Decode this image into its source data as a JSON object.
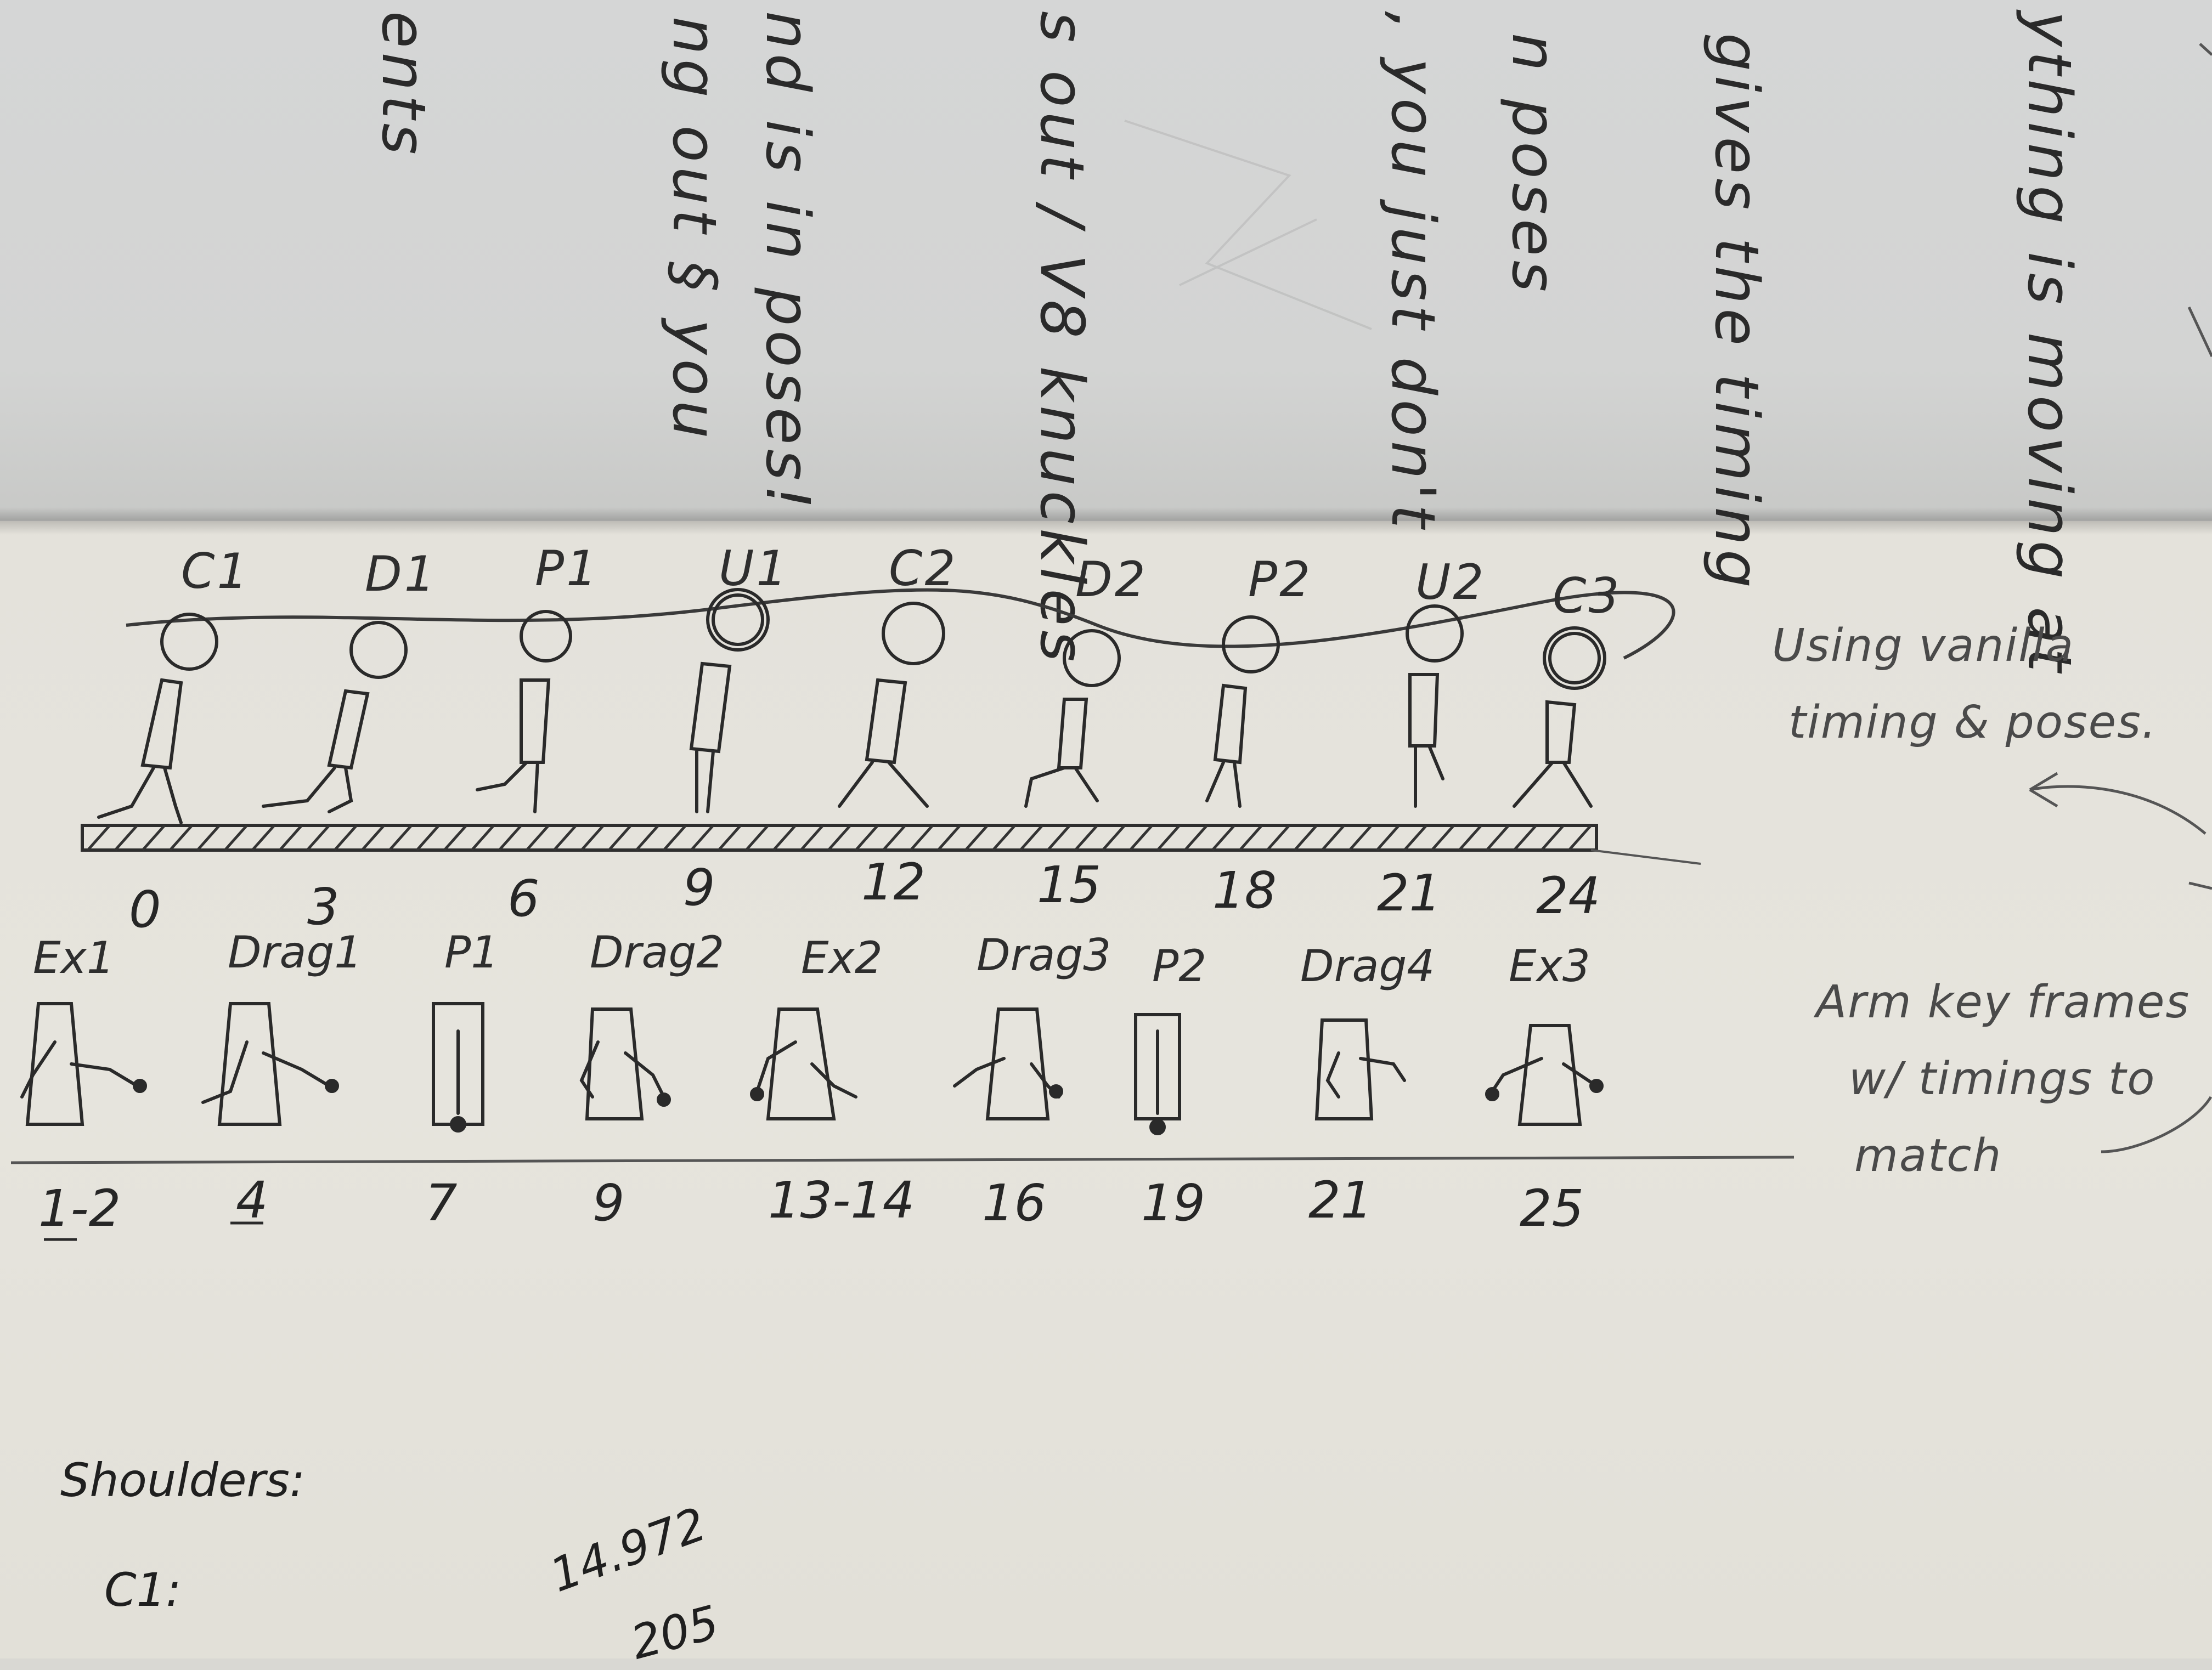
{
  "top_page": {
    "lines": [
      "ents",
      "ng out § you",
      "nd is in poses!",
      "s out / V8 knuckles",
      ", you just don't",
      "n poses",
      "gives the timing",
      "ything is moving at"
    ]
  },
  "walk_cycle": {
    "pose_labels": [
      "C1",
      "D1",
      "P1",
      "U1",
      "C2",
      "D2",
      "P2",
      "U2",
      "C3"
    ],
    "frame_numbers": [
      "0",
      "3",
      "6",
      "9",
      "12",
      "15",
      "18",
      "21",
      "24"
    ]
  },
  "arm_keys": {
    "labels": [
      "Ex1",
      "Drag1",
      "P1",
      "Drag2",
      "Ex2",
      "Drag3",
      "P2",
      "Drag4",
      "Ex3"
    ],
    "frame_numbers": [
      "1-2",
      "4",
      "7",
      "9",
      "13-14",
      "16",
      "19",
      "21",
      "25"
    ]
  },
  "notes": {
    "vanilla": [
      "Using vanilla",
      "timing & poses."
    ],
    "arm": [
      "Arm key frames",
      "w/ timings to",
      "match"
    ]
  },
  "shoulders": {
    "heading": "Shoulders:",
    "c1_label": "C1:",
    "value_1": "14.972",
    "value_2": "205"
  }
}
